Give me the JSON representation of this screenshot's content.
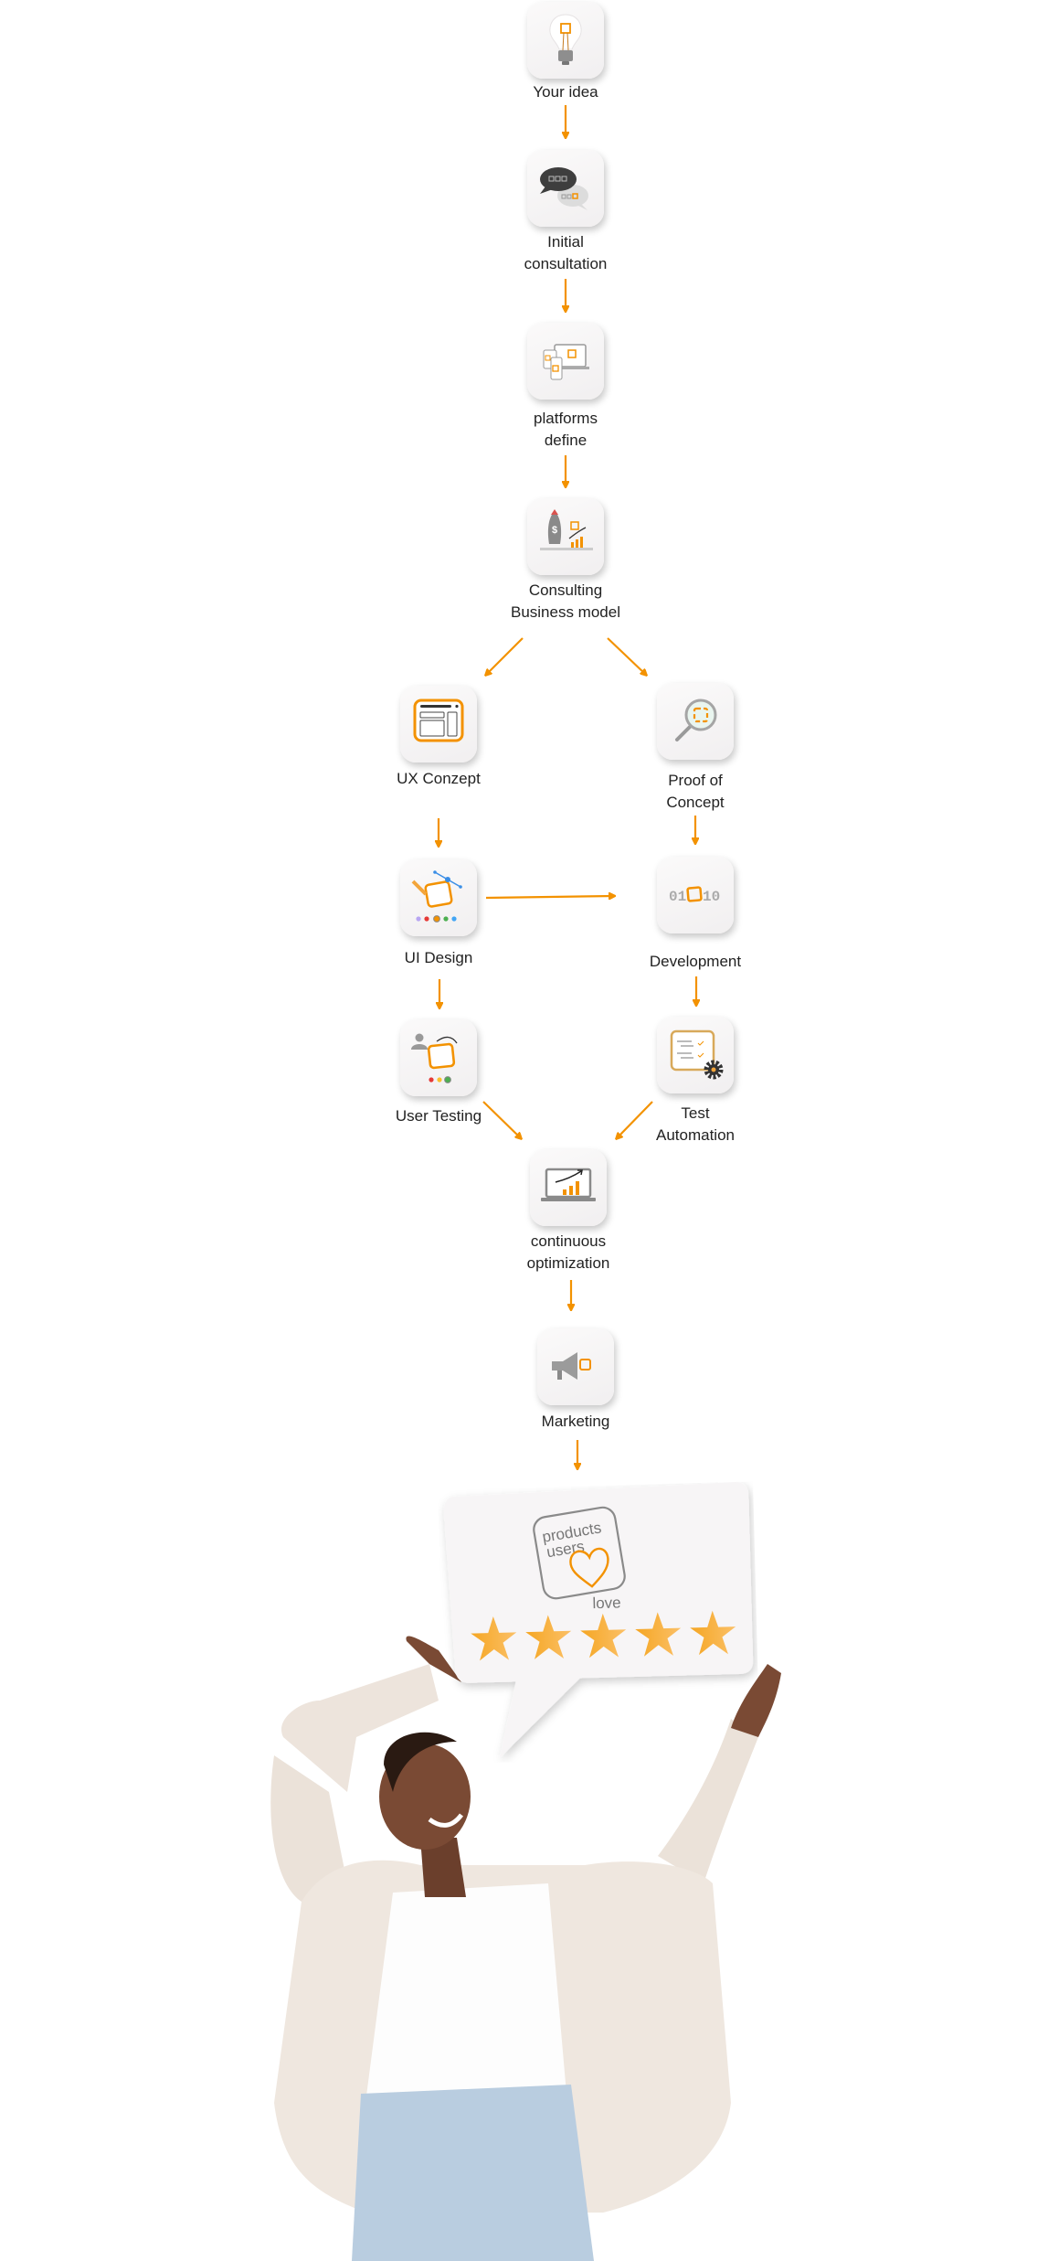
{
  "accent_color": "#f39200",
  "steps": {
    "idea": {
      "label": "Your idea",
      "icon": "lightbulb-icon"
    },
    "consultation": {
      "line1": "Initial",
      "line2": "consultation",
      "icon": "chat-bubbles-icon"
    },
    "platforms": {
      "line1": "platforms",
      "line2": "define",
      "icon": "devices-icon"
    },
    "business": {
      "line1": "Consulting",
      "line2": "Business model",
      "icon": "rocket-chart-icon"
    },
    "ux": {
      "label": "UX Conzept",
      "icon": "wireframe-icon"
    },
    "poc": {
      "line1": "Proof of",
      "line2": "Concept",
      "icon": "magnifier-icon"
    },
    "ui": {
      "label": "UI Design",
      "icon": "design-tools-icon"
    },
    "dev": {
      "label": "Development",
      "icon": "binary-code-icon",
      "code_left": "01",
      "code_right": "10"
    },
    "testing": {
      "label": "User Testing",
      "icon": "user-test-icon"
    },
    "automation": {
      "line1": "Test",
      "line2": "Automation",
      "icon": "checklist-gear-icon"
    },
    "optimization": {
      "line1": "continuous",
      "line2": "optimization",
      "icon": "laptop-chart-icon"
    },
    "marketing": {
      "label": "Marketing",
      "icon": "megaphone-icon"
    }
  },
  "sign": {
    "logo_text": [
      "products",
      "users",
      "love"
    ],
    "rating": 5,
    "rating_max": 5
  }
}
